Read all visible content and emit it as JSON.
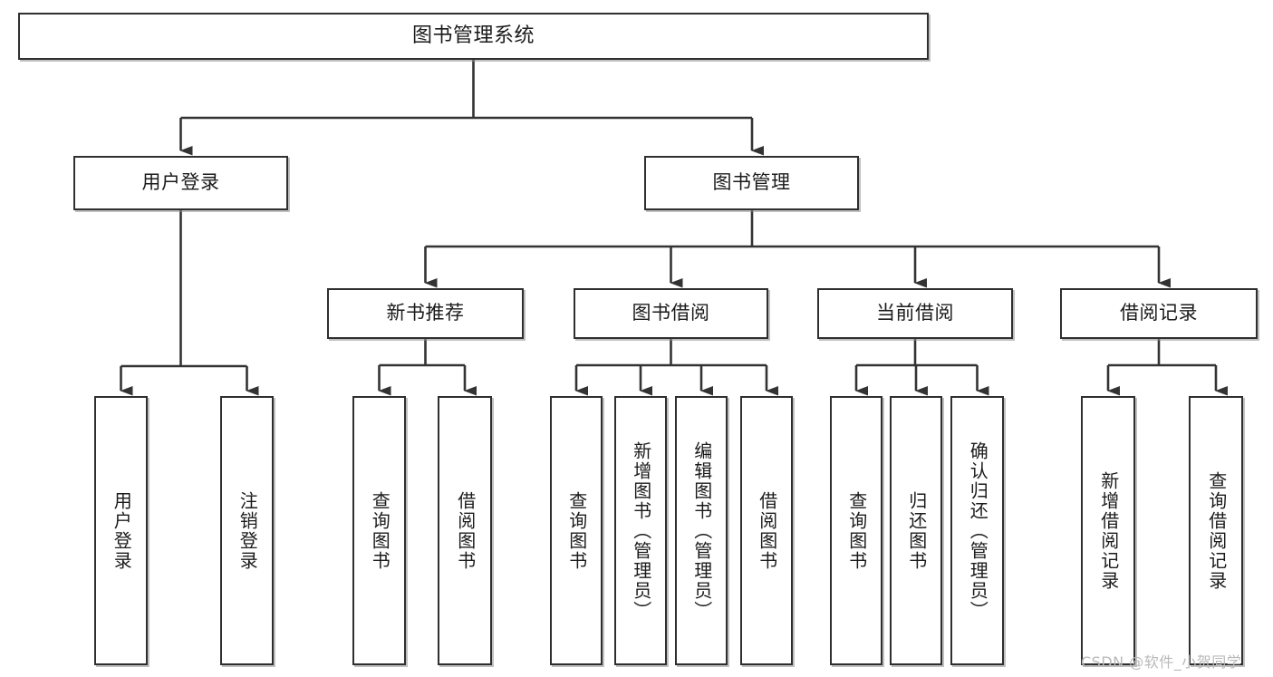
{
  "diagram": {
    "title": "图书管理系统",
    "type": "tree-hierarchy",
    "watermark": "CSDN @软件_小贺同学",
    "colors": {
      "box_border": "#2f2f2f",
      "box_fill": "#ffffff",
      "connector": "#333333",
      "text": "#1b1b1b",
      "watermark": "#b9b9b9",
      "shadow": "#8c8c8c"
    }
  },
  "nodes": {
    "root": {
      "label": "图书管理系统"
    },
    "level2": [
      {
        "id": "user-login",
        "label": "用户登录"
      },
      {
        "id": "book-management",
        "label": "图书管理"
      }
    ],
    "level3": [
      {
        "id": "new-book-recommend",
        "label": "新书推荐"
      },
      {
        "id": "book-borrow",
        "label": "图书借阅"
      },
      {
        "id": "current-borrow",
        "label": "当前借阅"
      },
      {
        "id": "borrow-record",
        "label": "借阅记录"
      }
    ],
    "leaves": [
      {
        "id": "leaf-user-login",
        "label": "用户登录",
        "parent": "user-login"
      },
      {
        "id": "leaf-logout",
        "label": "注销登录",
        "parent": "user-login"
      },
      {
        "id": "leaf-query-book-1",
        "label": "查询图书",
        "parent": "new-book-recommend"
      },
      {
        "id": "leaf-borrow-book-1",
        "label": "借阅图书",
        "parent": "new-book-recommend"
      },
      {
        "id": "leaf-query-book-2",
        "label": "查询图书",
        "parent": "book-borrow"
      },
      {
        "id": "leaf-add-book",
        "label": "新增图书（管理员）",
        "parent": "book-borrow"
      },
      {
        "id": "leaf-edit-book",
        "label": "编辑图书（管理员）",
        "parent": "book-borrow"
      },
      {
        "id": "leaf-borrow-book-2",
        "label": "借阅图书",
        "parent": "book-borrow"
      },
      {
        "id": "leaf-query-book-3",
        "label": "查询图书",
        "parent": "current-borrow"
      },
      {
        "id": "leaf-return-book",
        "label": "归还图书",
        "parent": "current-borrow"
      },
      {
        "id": "leaf-confirm-return",
        "label": "确认归还（管理员）",
        "parent": "current-borrow"
      },
      {
        "id": "leaf-add-borrow-record",
        "label": "新增借阅记录",
        "parent": "borrow-record"
      },
      {
        "id": "leaf-query-borrow-record",
        "label": "查询借阅记录",
        "parent": "borrow-record"
      }
    ]
  }
}
